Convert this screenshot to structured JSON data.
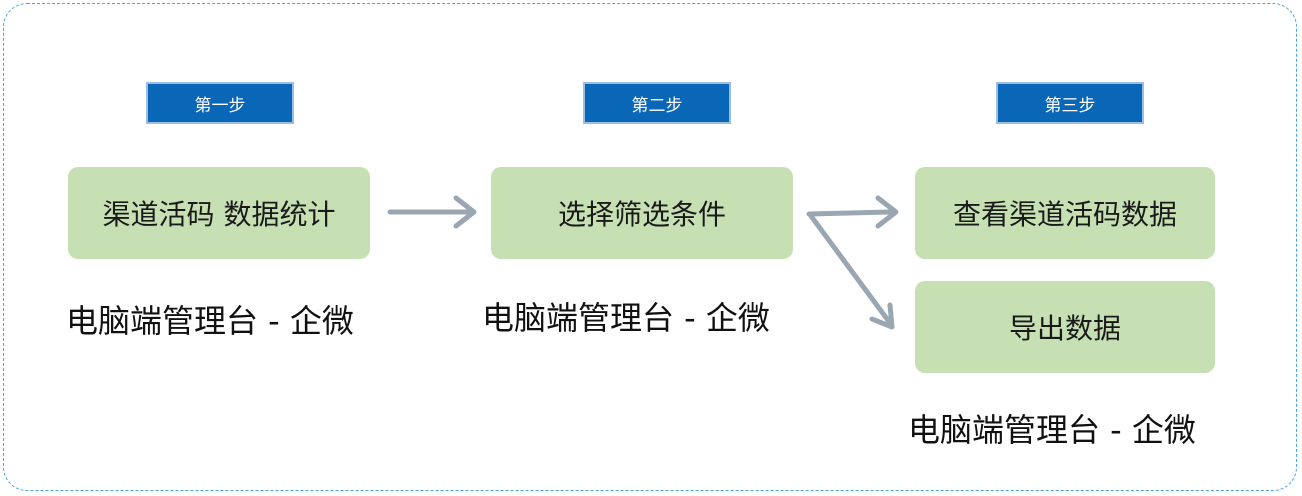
{
  "steps": [
    {
      "label": "第一步"
    },
    {
      "label": "第二步"
    },
    {
      "label": "第三步"
    }
  ],
  "nodes": {
    "step1": "渠道活码 数据统计",
    "step2": "选择筛选条件",
    "step3_view": "查看渠道活码数据",
    "step3_export": "导出数据"
  },
  "captions": {
    "step1": "电脑端管理台 - 企微",
    "step2": "电脑端管理台 - 企微",
    "step3": "电脑端管理台 - 企微"
  },
  "colors": {
    "step_tag": "#0a67b8",
    "node_fill": "#c6e0b4",
    "arrow": "#9aa7b3",
    "frame_border": "#4aa3df"
  }
}
